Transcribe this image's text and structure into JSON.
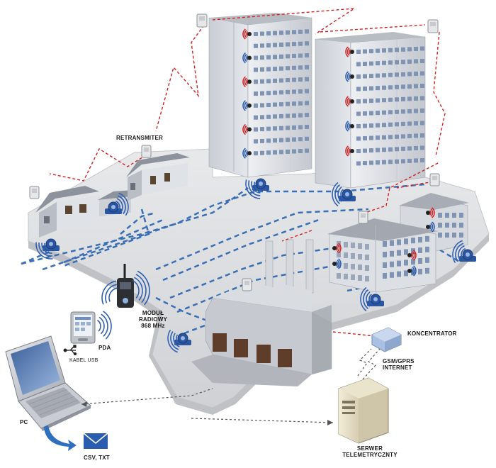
{
  "labels": {
    "retransmiter": "RETRANSMITER",
    "modul_line1": "MODUŁ",
    "modul_line2": "RADIOWY",
    "modul_line3": "868 MHz",
    "pda": "PDA",
    "kabel_usb": "KABEL USB",
    "pc": "PC",
    "csv_txt": "CSV, TXT",
    "koncentrator": "KONCENTRATOR",
    "gsm_line1": "GSM/GPRS",
    "gsm_line2": "INTERNET",
    "serwer_line1": "SERWER",
    "serwer_line2": "TELEMETRYCZNTY"
  },
  "colors": {
    "radio_link": "#d42020",
    "walkby_route": "#3a6fb5",
    "data_link": "#555555",
    "ground": "#d9dbde",
    "wave_red": "#d42a2a",
    "wave_blue": "#2f5fb0",
    "meter_blue": "#2a55a0"
  }
}
